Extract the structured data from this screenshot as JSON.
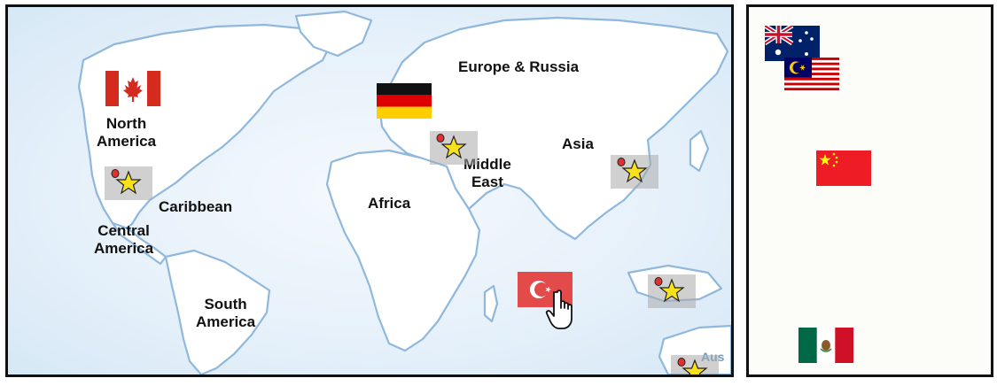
{
  "map": {
    "regions": {
      "europe_russia": "Europe & Russia",
      "north_america": "North\nAmerica",
      "asia": "Asia",
      "middle_east": "Middle\nEast",
      "africa": "Africa",
      "caribbean": "Caribbean",
      "central_america": "Central\nAmerica",
      "south_america": "South\nAmerica",
      "australia_partial": "Aus"
    },
    "placed_flags": [
      "Canada",
      "Germany"
    ],
    "dragging_flag": "Turkey"
  },
  "tray": {
    "flags": [
      "Australia",
      "Malaysia",
      "China",
      "Mexico"
    ]
  },
  "colors": {
    "land": "#ffffff",
    "coast": "#8fb8dc",
    "slot": "#aaaaaa",
    "star": "#f7e11a"
  },
  "icons": {
    "drop_marker": "star-icon",
    "cursor": "hand-pointer-icon"
  }
}
